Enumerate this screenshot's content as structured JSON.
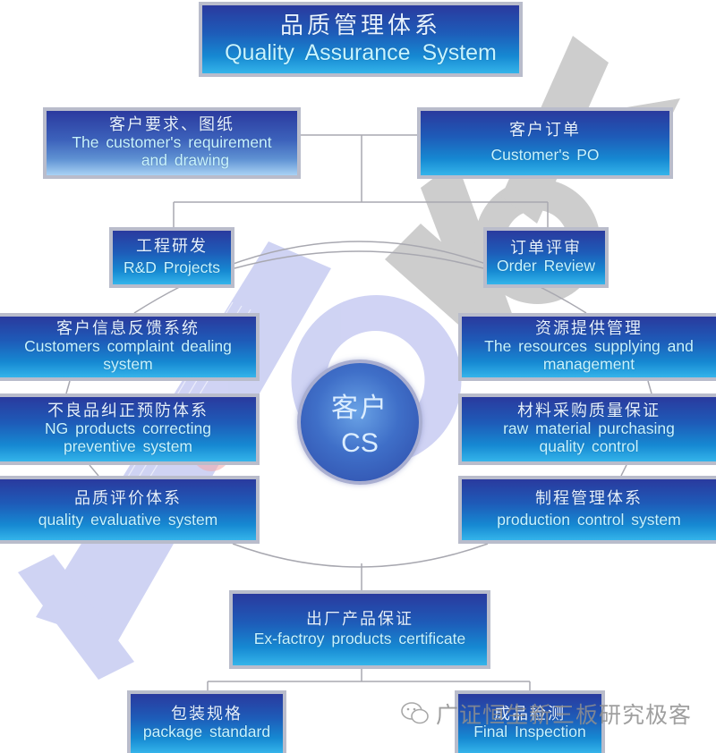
{
  "title": {
    "zh": "品质管理体系",
    "en": "Quality Assurance System"
  },
  "inputs": {
    "requirement": {
      "zh": "客户要求、图纸",
      "en_line1": "The customer's requirement",
      "en_line2": "and drawing"
    },
    "po": {
      "zh": "客户订单",
      "en": "Customer's PO"
    }
  },
  "branches": {
    "rd": {
      "zh": "工程研发",
      "en": "R&D Projects"
    },
    "order_review": {
      "zh": "订单评审",
      "en": "Order Review"
    }
  },
  "left_column": [
    {
      "zh": "客户信息反馈系统",
      "en_line1": "Customers complaint dealing",
      "en_line2": "system"
    },
    {
      "zh": "不良品纠正预防体系",
      "en_line1": "NG products correcting",
      "en_line2": "preventive system"
    },
    {
      "zh": "品质评价体系",
      "en_line1": "quality evaluative system",
      "en_line2": ""
    }
  ],
  "right_column": [
    {
      "zh": "资源提供管理",
      "en_line1": "The resources supplying and",
      "en_line2": "management"
    },
    {
      "zh": "材料采购质量保证",
      "en_line1": "raw material purchasing",
      "en_line2": "quality control"
    },
    {
      "zh": "制程管理体系",
      "en_line1": "production control system",
      "en_line2": ""
    }
  ],
  "center": {
    "zh": "客户",
    "en": "CS"
  },
  "output": {
    "zh": "出厂产品保证",
    "en": "Ex-factroy products certificate"
  },
  "final": {
    "package": {
      "zh": "包装规格",
      "en": "package standard"
    },
    "inspection": {
      "zh": "成品检测",
      "en": "Final Inspection"
    }
  },
  "watermarks": {
    "brand_left": "Ro",
    "brand_right": "tek",
    "wechat_caption": "广证恒生新三板研究极客"
  },
  "colors": {
    "box_top": "#2a3a9e",
    "box_bottom": "#34b4ea",
    "box_border": "#b9bccb",
    "text": "#cff4ff",
    "connector": "#a8a8b0",
    "watermark_blue": "#c9cdf0",
    "watermark_gray": "#c4c4c4"
  }
}
